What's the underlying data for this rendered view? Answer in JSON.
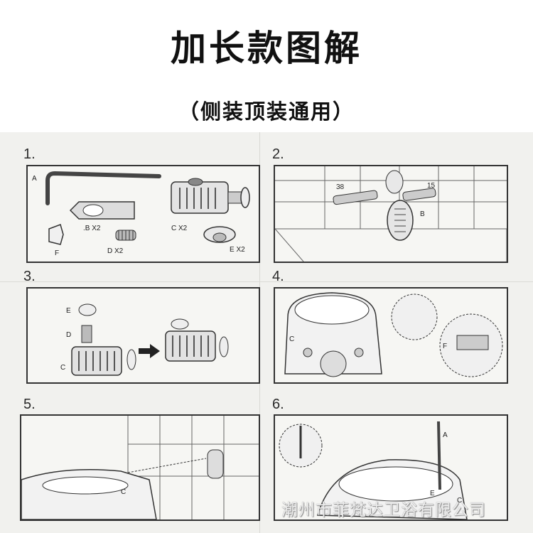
{
  "header": {
    "title": "加长款图解",
    "subtitle": "（侧装顶装通用）"
  },
  "steps": [
    {
      "number": "1.",
      "labels": {
        "a": "A",
        "b": ".B X2",
        "c": "C X2",
        "d": "D X2",
        "e": "E X2",
        "f": "F"
      }
    },
    {
      "number": "2.",
      "labels": {
        "b": "B",
        "dim1": "38",
        "dim2": "15"
      }
    },
    {
      "number": "3.",
      "labels": {
        "e": "E",
        "d": "D",
        "c": "C"
      }
    },
    {
      "number": "4.",
      "labels": {
        "c": "C",
        "f": "F"
      }
    },
    {
      "number": "5.",
      "labels": {
        "c": "C"
      }
    },
    {
      "number": "6.",
      "labels": {
        "a": "A",
        "e": "E",
        "c": "C"
      }
    }
  ],
  "watermark": "潮州市菲梵达卫浴有限公司"
}
